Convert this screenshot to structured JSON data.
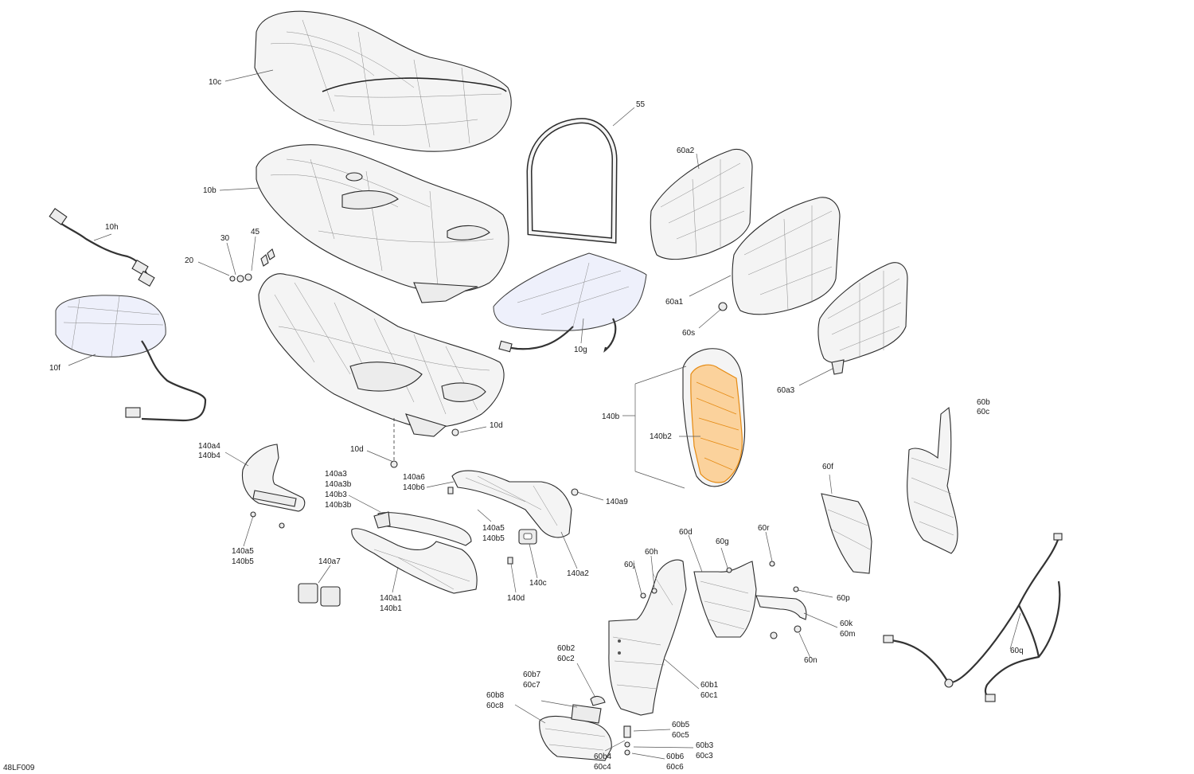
{
  "diagram_code": "48LF009",
  "colors": {
    "highlight": "#f5a23a",
    "ink": "#2a2a2a",
    "tint": "#eef0fb"
  },
  "labels": {
    "l10c": "10c",
    "l55": "55",
    "l10b": "10b",
    "l60a2": "60a2",
    "l10h": "10h",
    "l30": "30",
    "l45": "45",
    "l20": "20",
    "l60a1": "60a1",
    "l10f": "10f",
    "l60s": "60s",
    "l10g": "10g",
    "l60a3": "60a3",
    "l140b": "140b",
    "l60b": "60b",
    "l60c": "60c",
    "l140b2": "140b2",
    "l10d1": "10d",
    "l10d2": "10d",
    "l140a4": "140a4",
    "l140b4": "140b4",
    "l60f": "60f",
    "l140a3": "140a3",
    "l140a3b": "140a3b",
    "l140b3": "140b3",
    "l140b3b": "140b3b",
    "l140a6": "140a6",
    "l140b6": "140b6",
    "l140a9": "140a9",
    "l140a5r": "140a5",
    "l140b5r": "140b5",
    "l60d": "60d",
    "l60r": "60r",
    "l60h": "60h",
    "l60g": "60g",
    "l140a5l": "140a5",
    "l140b5l": "140b5",
    "l140a7": "140a7",
    "l60j": "60j",
    "l140c": "140c",
    "l140a2": "140a2",
    "l140d": "140d",
    "l60p": "60p",
    "l140a1": "140a1",
    "l140b1": "140b1",
    "l60k": "60k",
    "l60m": "60m",
    "l60n": "60n",
    "l60q": "60q",
    "l60b2": "60b2",
    "l60c2": "60c2",
    "l60b1": "60b1",
    "l60c1": "60c1",
    "l60b7": "60b7",
    "l60c7": "60c7",
    "l60b8": "60b8",
    "l60c8": "60c8",
    "l60b5": "60b5",
    "l60c5": "60c5",
    "l60b3": "60b3",
    "l60c3": "60c3",
    "l60b4": "60b4",
    "l60c4": "60c4",
    "l60b6": "60b6",
    "l60c6": "60c6"
  }
}
